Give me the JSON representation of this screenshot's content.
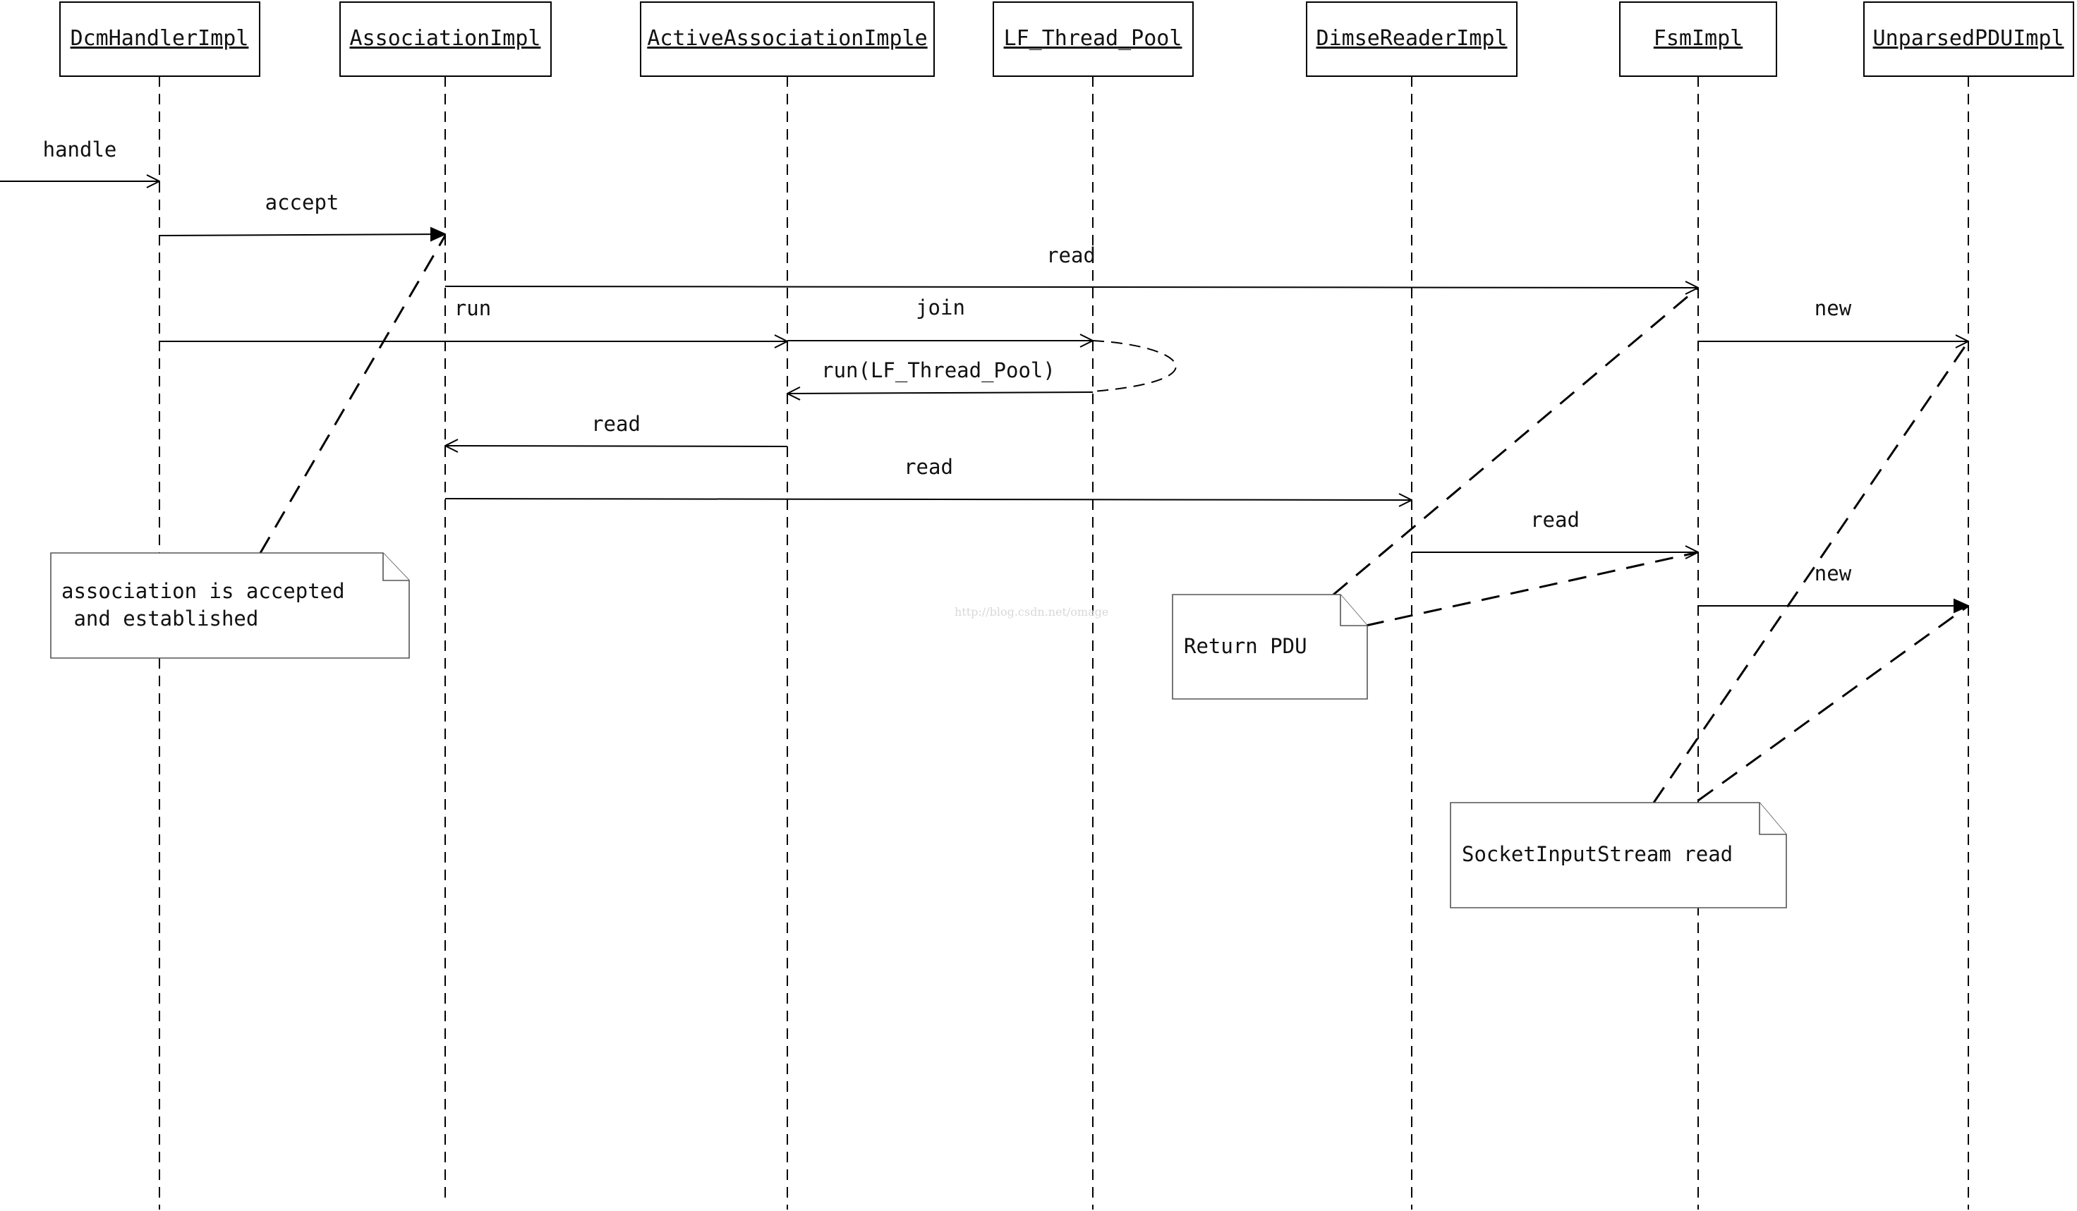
{
  "participants": [
    {
      "id": "dcm",
      "label": "DcmHandlerImpl"
    },
    {
      "id": "assoc",
      "label": "AssociationImpl"
    },
    {
      "id": "active",
      "label": "ActiveAssociationImple"
    },
    {
      "id": "pool",
      "label": "LF_Thread_Pool"
    },
    {
      "id": "dimse",
      "label": "DimseReaderImpl"
    },
    {
      "id": "fsm",
      "label": "FsmImpl"
    },
    {
      "id": "pdu",
      "label": "UnparsedPDUImpl"
    }
  ],
  "messages": [
    {
      "label": "handle",
      "from": null,
      "to": "dcm",
      "head": "open"
    },
    {
      "label": "accept",
      "from": "dcm",
      "to": "assoc",
      "head": "filled"
    },
    {
      "label": "read",
      "from": "assoc",
      "to": "fsm",
      "head": "open"
    },
    {
      "label": "run",
      "from": "dcm",
      "to": "active",
      "head": "open"
    },
    {
      "label": "join",
      "from": "active",
      "to": "pool",
      "head": "open"
    },
    {
      "label": "new",
      "from": "fsm",
      "to": "pdu",
      "head": "open"
    },
    {
      "label": "run(LF_Thread_Pool)",
      "from": "pool",
      "to": "active",
      "head": "open"
    },
    {
      "label": "read",
      "from": "active",
      "to": "assoc",
      "head": "open"
    },
    {
      "label": "read",
      "from": "assoc",
      "to": "dimse",
      "head": "open"
    },
    {
      "label": "read",
      "from": "dimse",
      "to": "fsm",
      "head": "open"
    },
    {
      "label": "new",
      "from": "fsm",
      "to": "pdu",
      "head": "filled"
    }
  ],
  "notes": [
    {
      "id": "accepted",
      "lines": [
        "association is accepted",
        " and established"
      ]
    },
    {
      "id": "return-pdu",
      "lines": [
        "Return PDU"
      ]
    },
    {
      "id": "socket-read",
      "lines": [
        "SocketInputStream read"
      ]
    }
  ],
  "watermark": "http://blog.csdn.net/omage"
}
